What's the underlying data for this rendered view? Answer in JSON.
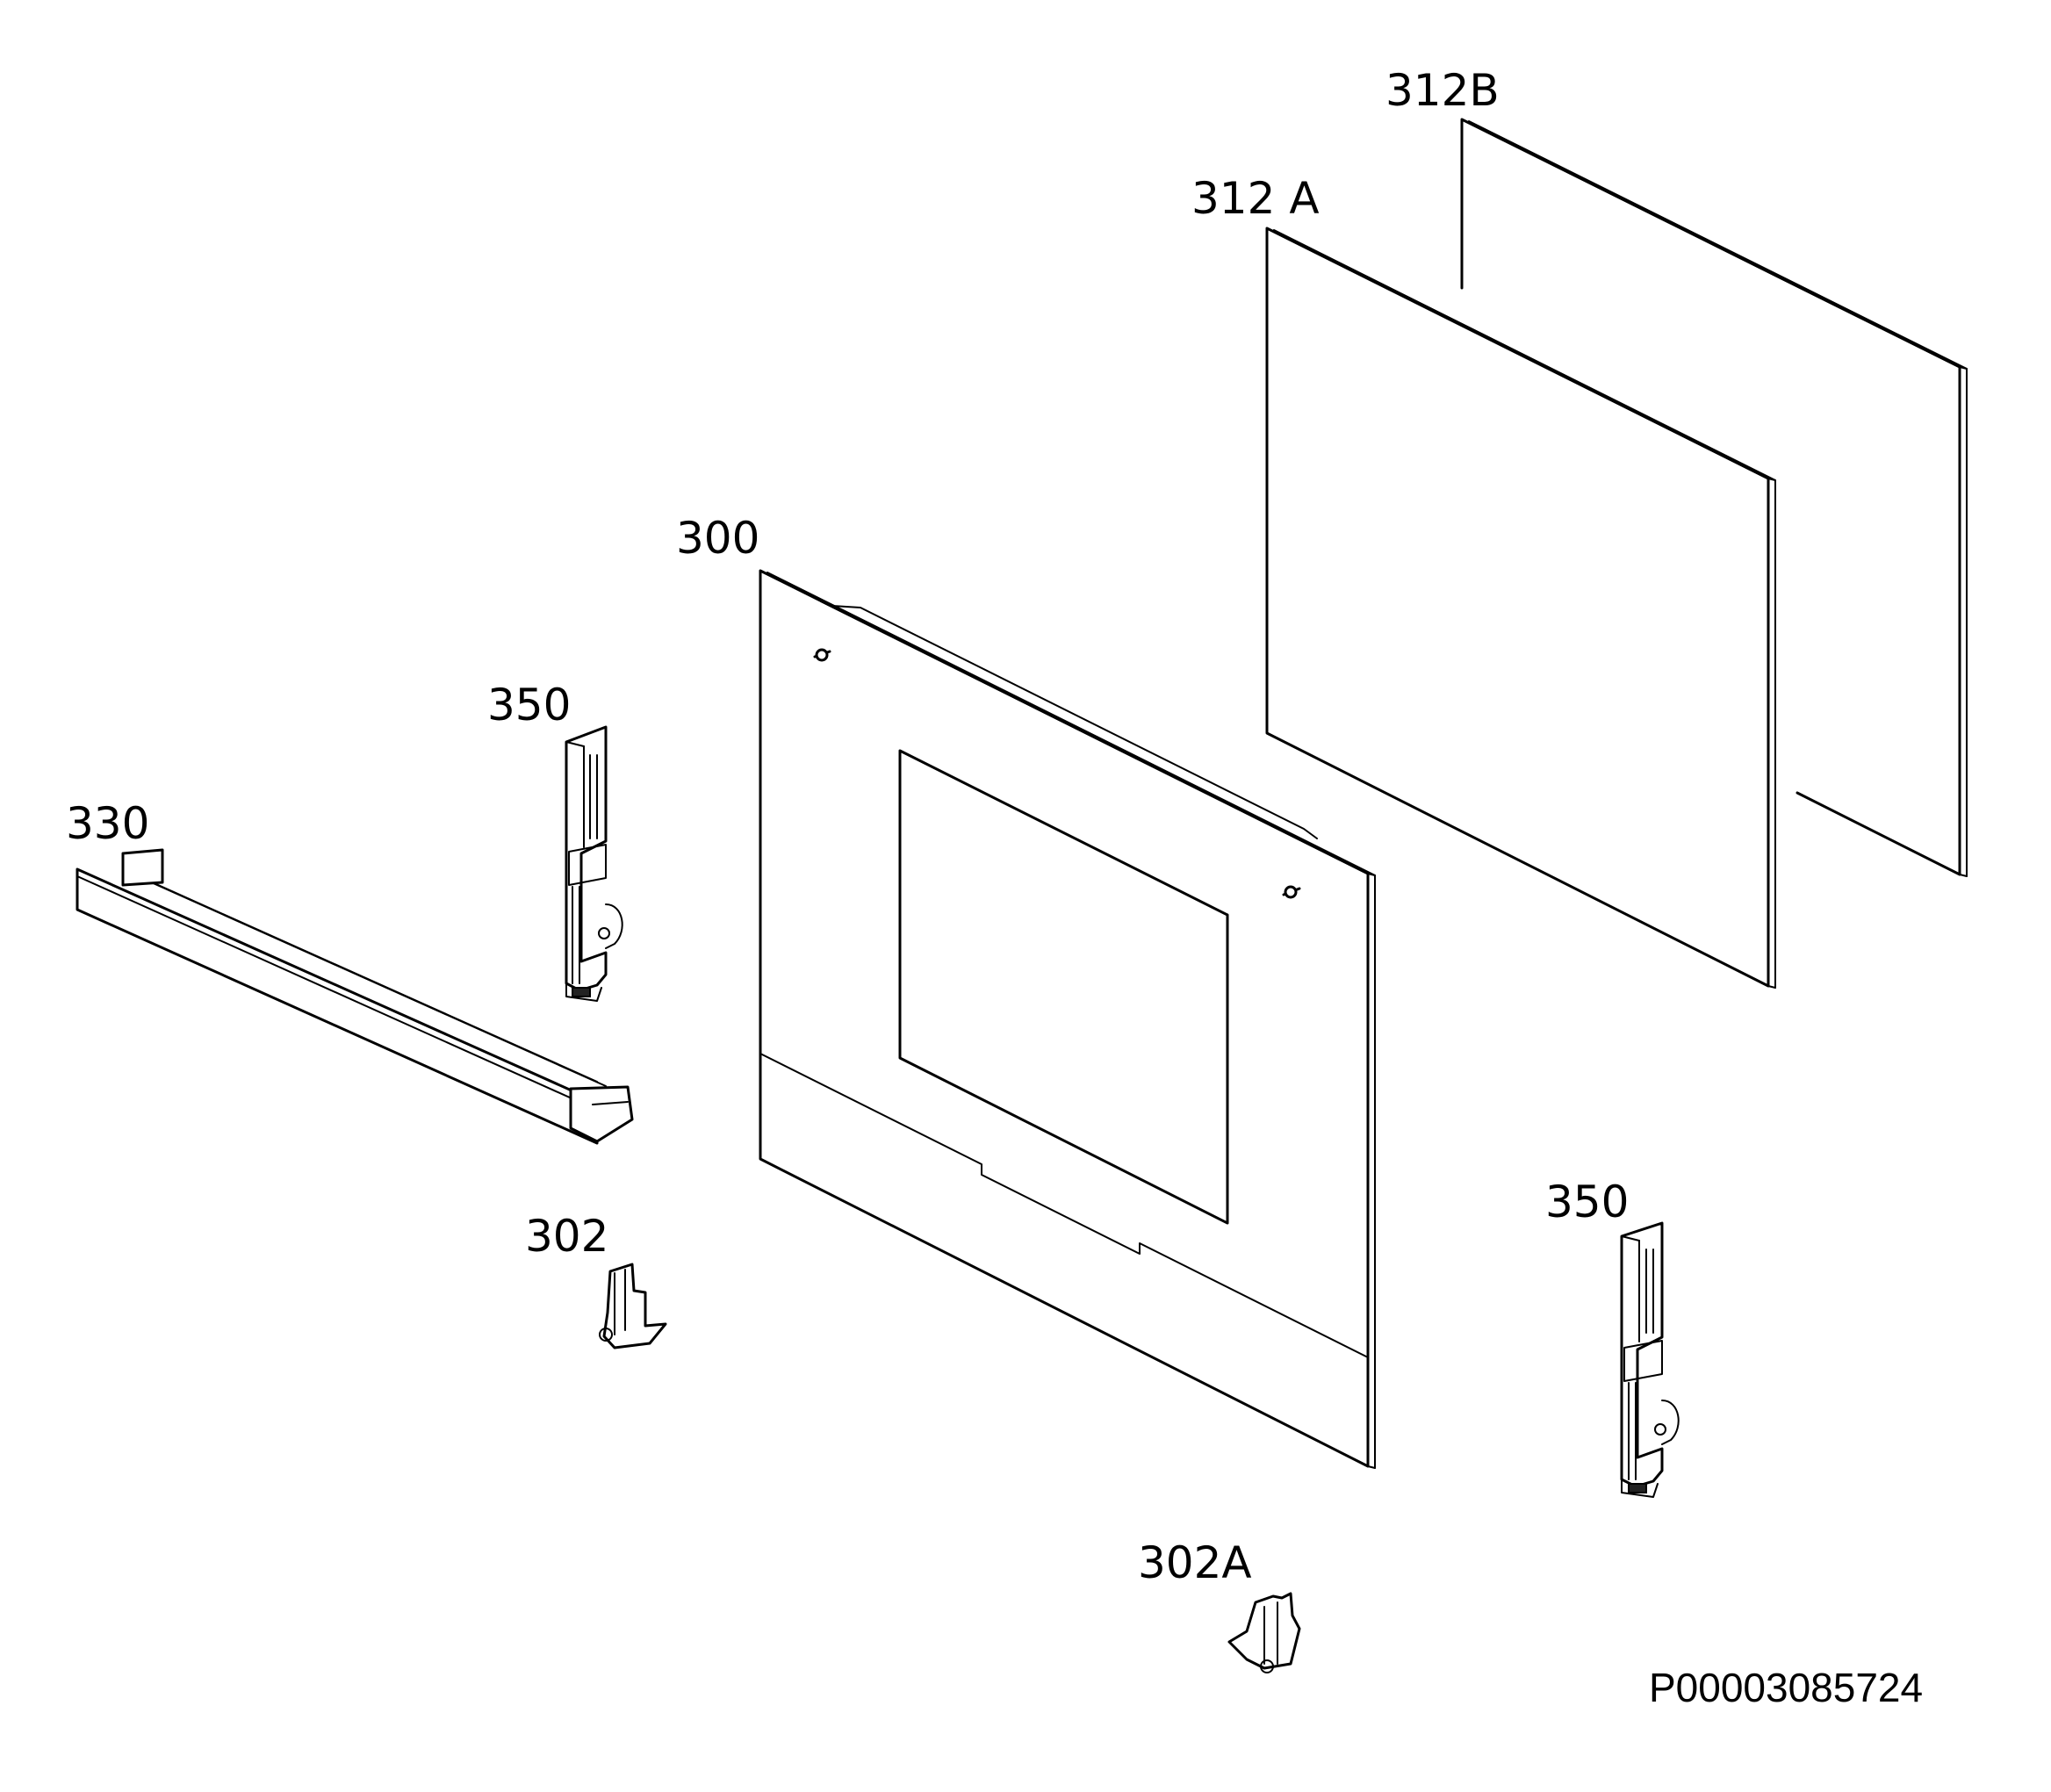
{
  "labels": {
    "part_312b": "312B",
    "part_312a": "312 A",
    "part_300": "300",
    "part_350_left": "350",
    "part_330": "330",
    "part_302": "302",
    "part_350_right": "350",
    "part_302a": "302A"
  },
  "document_id": "P00003085724"
}
